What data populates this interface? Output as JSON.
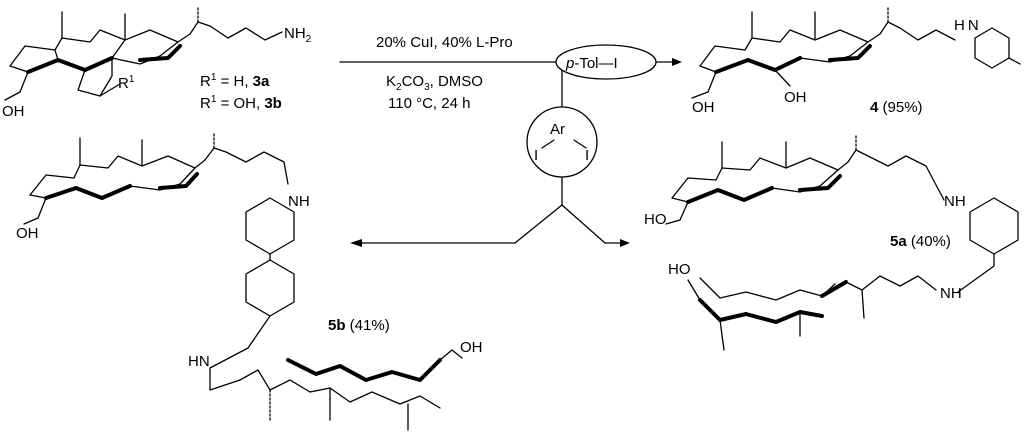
{
  "reaction": {
    "conditions": {
      "line1": "20% CuI, 40% L-Pro",
      "line2_a": "K",
      "line2_sub": "2",
      "line2_b": "CO",
      "line2_sub2": "3",
      "line2_c": ", DMSO",
      "line3": "110 °C, 24 h"
    },
    "reagent_mono": {
      "prefix": "p",
      "text": "-Tol—I"
    },
    "reagent_di": {
      "ar": "Ar",
      "i_left": "I",
      "i_right": "I"
    }
  },
  "substrate": {
    "nh2": "NH",
    "nh2_sub": "2",
    "oh": "OH",
    "r1": "R",
    "r1_sup": "1",
    "def_a": {
      "r": "R",
      "sup": "1",
      "rest": " = H, ",
      "code": "3a"
    },
    "def_b": {
      "r": "R",
      "sup": "1",
      "rest": " = OH, ",
      "code": "3b"
    }
  },
  "product4": {
    "code": "4",
    "yield": " (95%)",
    "nh": "H N",
    "oh1": "OH",
    "oh2": "OH"
  },
  "product5a": {
    "code": "5a",
    "yield": " (40%)",
    "nh1": "NH",
    "nh2": "NH",
    "oh1": "HO",
    "oh2": "HO"
  },
  "product5b": {
    "code": "5b",
    "yield": " (41%)",
    "nh1": "NH",
    "nh2": "HN",
    "oh1": "OH",
    "oh2": "OH"
  }
}
